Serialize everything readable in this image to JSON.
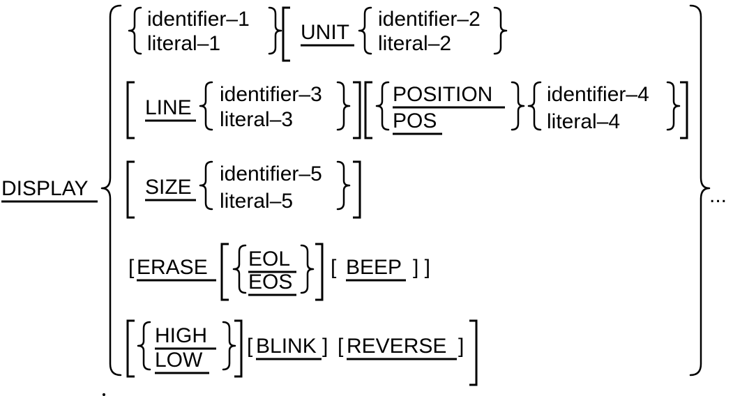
{
  "syntax": {
    "display": "DISPLAY",
    "ellipsis": "...",
    "row1": {
      "identifier": "identifier–1",
      "literal": "literal–1",
      "keyword": "UNIT",
      "identifier_b": "identifier–2",
      "literal_b": "literal–2"
    },
    "row2": {
      "keyword": "LINE",
      "identifier": "identifier–3",
      "literal": "literal–3",
      "option_a": "POSITION",
      "option_b": "POS",
      "identifier_b": "identifier–4",
      "literal_b": "literal–4"
    },
    "row3": {
      "keyword": "SIZE",
      "identifier": "identifier–5",
      "literal": "literal–5"
    },
    "row4": {
      "open_bracket": "[",
      "keyword": "ERASE",
      "option_a": "EOL",
      "option_b": "EOS",
      "beep_open": "[",
      "beep": "BEEP",
      "beep_close": "] ]"
    },
    "row5": {
      "option_a": "HIGH",
      "option_b": "LOW",
      "blink_open": "[",
      "blink": "BLINK",
      "blink_close": "]",
      "reverse_open": "[",
      "reverse": "REVERSE",
      "reverse_close": "]"
    }
  }
}
